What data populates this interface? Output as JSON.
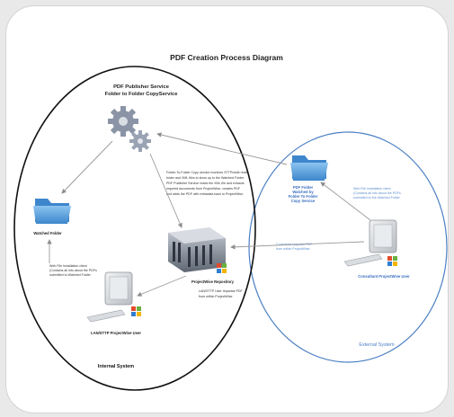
{
  "diagram": {
    "title": "PDF Creation Process Diagram",
    "internal_system": {
      "label": "Internal System",
      "service_title_line1": "PDF Publisher Service",
      "service_title_line2": "Folder to Folder CopyService",
      "service_note": [
        "Folder-To-Folder Copy service monitors STTP/wide read",
        "folder and XML files to show up to the Watched Folder.",
        "PDF Publisher Service reads the XML file and extracts",
        "required documents from ProjectWise, creates PDF",
        "and adds the PDF with metadata back to ProjectWise."
      ],
      "watched_folder_label": "Watched Folder",
      "lan_note": [
        "Web File Installation client",
        "(Contains all info about the PDFs",
        "submitted to Watched Folder"
      ],
      "repository_label": "ProjectWise Repository",
      "repository_note": [
        "LAN/STTP User requests PDF",
        "from within ProjectWise"
      ],
      "lan_user_label": "LAN/STTP ProjectWise User"
    },
    "external_system": {
      "label": "External System",
      "folder_label": [
        "PDF Folder",
        "Watched by",
        "Folder To Folder",
        "Copy Service"
      ],
      "upload_note": [
        "Web File Installation client",
        "(Contains all info about the PDFs",
        "submitted to the Watched Folder"
      ],
      "request_note": [
        "Consultant requests PDF",
        "from within ProjectWise"
      ],
      "consultant_label": "Consultant ProjectWise User"
    },
    "colors": {
      "internal_ring": "#111111",
      "external_ring": "#4b7fc4",
      "folder": "#5aa0dd",
      "arrow": "#9a9a9a",
      "gear": "#8a94a6"
    }
  }
}
